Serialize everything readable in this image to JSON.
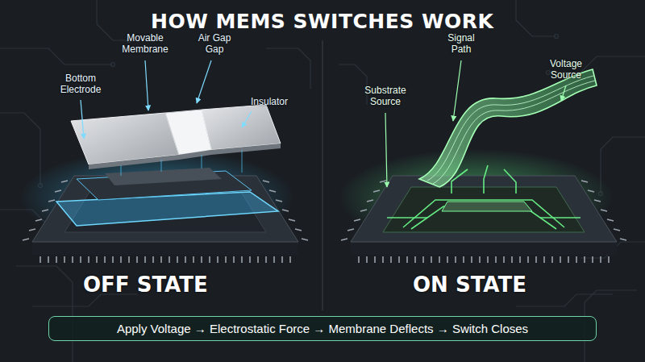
{
  "diagram": {
    "title": "HOW MEMS SWITCHES WORK",
    "nodes": [
      {
        "text": [
          "Apply Voltage → Electrostatic Force → Membrane Deflects → Switch Closes"
        ]
      }
    ],
    "labels": [
      "Movable Membrane",
      "Air Gap Gap",
      "Bottom Electrode",
      "Insulator",
      "OFF STATE",
      "Signal Path",
      "Voltage Source",
      "Substrate Source",
      "ON STATE"
    ]
  }
}
